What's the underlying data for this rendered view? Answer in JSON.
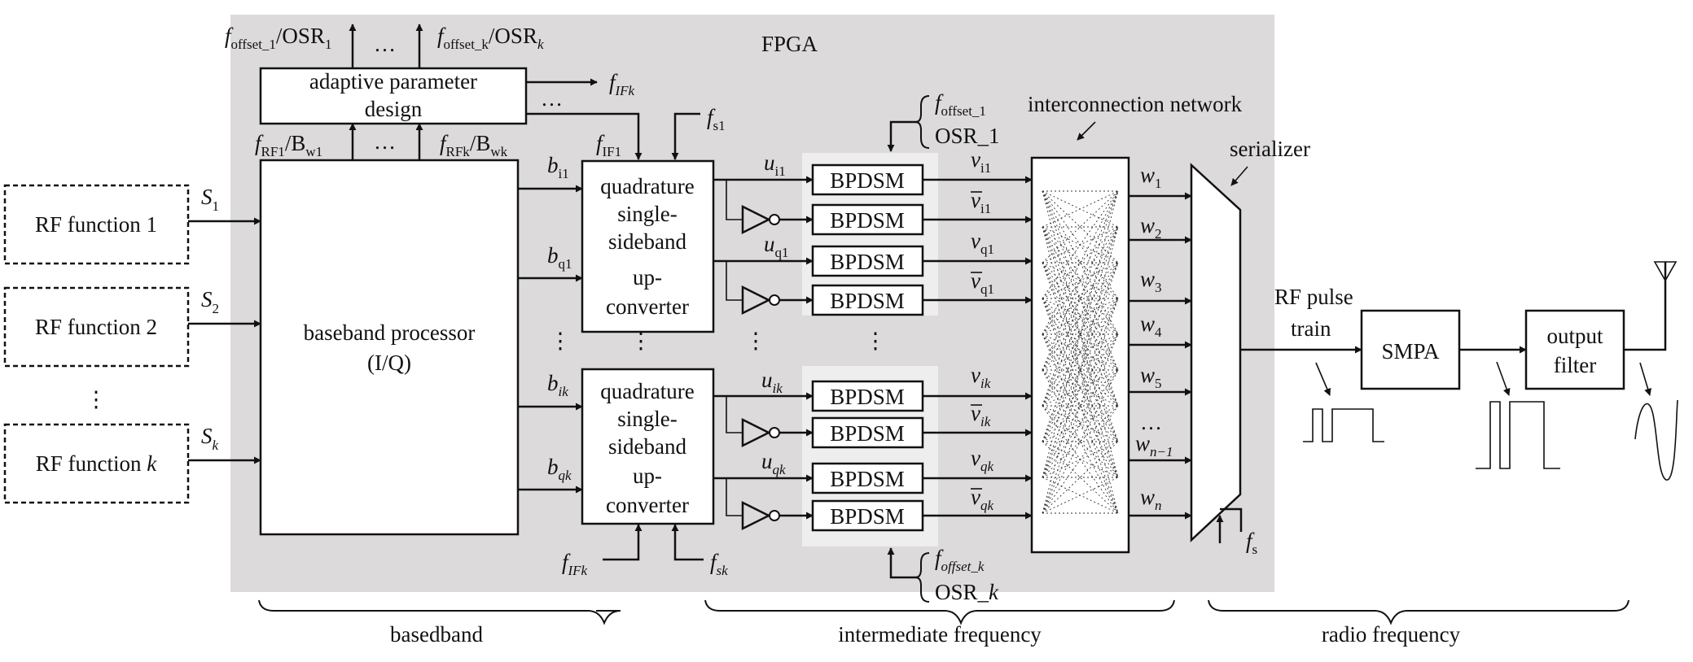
{
  "fpga_label": "FPGA",
  "rf_functions": {
    "f1": "RF function 1",
    "f2": "RF function 2",
    "fk_prefix": "RF function ",
    "fk_var": "k"
  },
  "signals": {
    "s_var": "S",
    "s_sub_1": "1",
    "s_sub_2": "2",
    "s_sub_k": "k"
  },
  "baseband_processor": {
    "line1": "baseband processor",
    "line2": "(I/Q)"
  },
  "adaptive": {
    "line1": "adaptive parameter",
    "line2": "design"
  },
  "labels": {
    "f": "f",
    "sub_offset_1": "offset_1",
    "sub_offset_k": "offset_k",
    "osr_1_text": "/OSR",
    "osr_1_sub": "1",
    "osr_k_sub": "k",
    "sub_RF1": "RF1",
    "sub_RFk": "RFk",
    "bw_text": "/B",
    "sub_w1": "w1",
    "sub_wk": "wk",
    "sub_IF1": "IF1",
    "sub_IFk": "IFk",
    "sub_s1": "s1",
    "sub_sk": "sk",
    "sub_s": "s",
    "osr_1_line": "OSR_1",
    "osr_k_line": "OSR_k",
    "dots": "…",
    "vdots": "⋮"
  },
  "upconverter_lines": [
    "quadrature",
    "single-",
    "sideband",
    "up-",
    "converter"
  ],
  "bpdsm_label": "BPDSM",
  "bb": {
    "var": "b",
    "i1": "i1",
    "q1": "q1",
    "ik": "ik",
    "qk": "qk"
  },
  "uu": {
    "var": "u",
    "i1": "i1",
    "q1": "q1",
    "ik": "ik",
    "qk": "qk"
  },
  "vv": {
    "var": "v",
    "i1": "i1",
    "q1": "q1",
    "ik": "ik",
    "qk": "qk"
  },
  "ww": {
    "var": "w",
    "subs": [
      "1",
      "2",
      "3",
      "4",
      "5"
    ],
    "n1": "n−1",
    "n": "n"
  },
  "interconnection_label": "interconnection network",
  "serializer_label": "serializer",
  "rf_pulse": {
    "line1": "RF pulse",
    "line2": "train"
  },
  "smpa_label": "SMPA",
  "output_filter": {
    "line1": "output",
    "line2": "filter"
  },
  "sections": {
    "baseband": "basedband",
    "intermediate": "intermediate frequency",
    "radio": "radio frequency"
  }
}
